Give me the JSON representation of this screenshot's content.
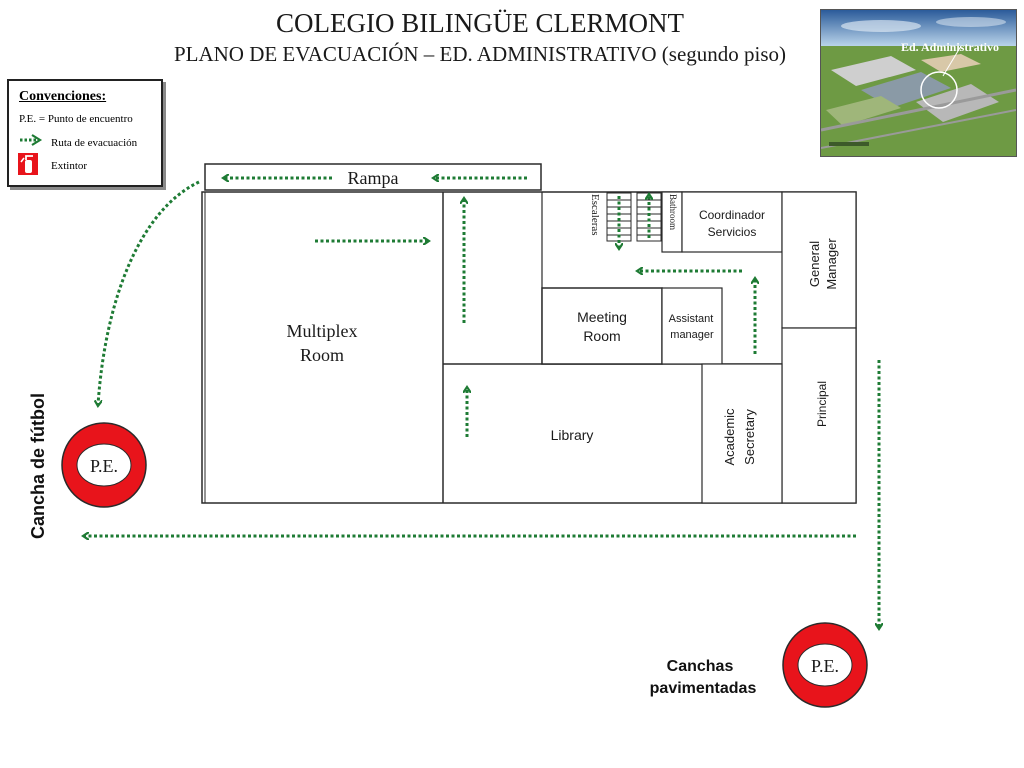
{
  "header": {
    "title": "COLEGIO BILINGÜE CLERMONT",
    "subtitle": "PLANO DE EVACUACIÓN – ED. ADMINISTRATIVO (segundo piso)"
  },
  "legend": {
    "title": "Convenciones:",
    "meeting_point": "P.E. = Punto de encuentro",
    "route": "Ruta de evacuación",
    "extinguisher": "Extintor",
    "extinguisher_icon": "fire-extinguisher-icon"
  },
  "photo": {
    "label": "Ed. Administrativo"
  },
  "rooms": {
    "ramp": "Rampa",
    "multiplex_line1": "Multiplex",
    "multiplex_line2": "Room",
    "stairs": "Escaleras",
    "bathroom": "Bathroom",
    "coordinator_line1": "Coordinador",
    "coordinator_line2": "Servicios",
    "general_manager_line1": "General",
    "general_manager_line2": "Manager",
    "meeting_line1": "Meeting",
    "meeting_line2": "Room",
    "assistant_line1": "Assistant",
    "assistant_line2": "manager",
    "principal": "Principal",
    "library": "Library",
    "academic_line1": "Academic",
    "academic_line2": "Secretary"
  },
  "zones": {
    "football_field": "Cancha de fútbol",
    "paved_courts_line1": "Canchas",
    "paved_courts_line2": "pavimentadas"
  },
  "meeting_points": {
    "left": "P.E.",
    "right": "P.E."
  },
  "colors": {
    "route": "#1e7b34",
    "meeting_point_ring": "#e8141b",
    "wall": "#2a2a2a"
  }
}
